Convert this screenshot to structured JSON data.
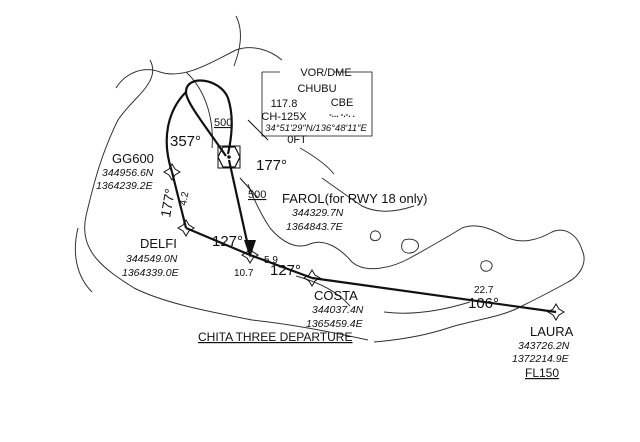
{
  "procedure": {
    "name": "CHITA THREE DEPARTURE"
  },
  "navaid": {
    "type": "VOR/DME",
    "name": "CHUBU",
    "frequency": "117.8",
    "ident": "CBE",
    "morse": "-... -.-. .",
    "channel": "CH-125X",
    "coordinates": "34°51′29″N/136°48′11″E",
    "elevation": "0FT"
  },
  "fixes": [
    {
      "id": "gg600",
      "name": "GG600",
      "lat": "344956.6N",
      "lon": "1364239.2E"
    },
    {
      "id": "farol",
      "name": "FAROL(for RWY 18 only)",
      "lat": "344329.7N",
      "lon": "1364843.7E"
    },
    {
      "id": "delfi",
      "name": "DELFI",
      "lat": "344549.0N",
      "lon": "1364339.0E"
    },
    {
      "id": "costa",
      "name": "COSTA",
      "lat": "344037.4N",
      "lon": "1365459.4E"
    },
    {
      "id": "laura",
      "name": "LAURA",
      "lat": "343726.2N",
      "lon": "1372214.9E",
      "altitude": "FL150"
    }
  ],
  "courses": {
    "c357": "357°",
    "c177": "177°",
    "c177b": "177°",
    "c127a": "127°",
    "c127b": "127°",
    "c106": "106°"
  },
  "distances": {
    "d42": "4.2",
    "d59": "5.9",
    "d107": "10.7",
    "d227": "22.7"
  },
  "altitudes": {
    "a500_upper": "500",
    "a500_lower": "500"
  }
}
